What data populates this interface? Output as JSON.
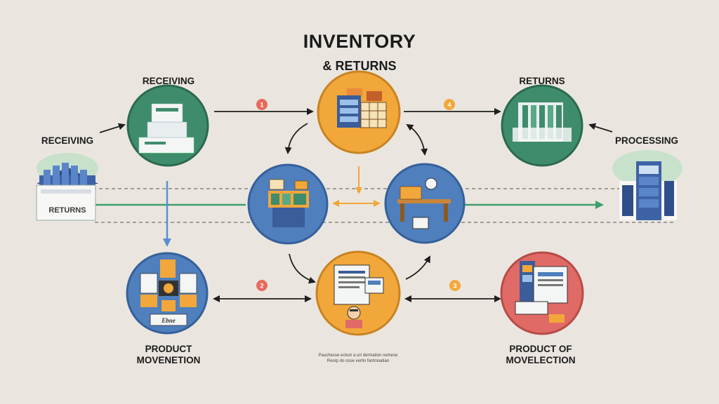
{
  "title": {
    "line1": "INVENTORY",
    "line2": "& RETURNS"
  },
  "labels": {
    "receiving_top": "RECEIVING",
    "receiving_left": "RECEIVING",
    "returns_top": "RETURNS",
    "processing": "PROCESSING",
    "returns_box": "RETURNS",
    "product_movement_1": "PRODUCT",
    "product_movement_2": "MOVENETION",
    "product_of_1": "PRODUCT OF",
    "product_of_2": "MOVELECTION",
    "caption_1": "Pauchesse ectum a urt dermation nemese",
    "caption_2": "Reorp do osse vertin fantmoatian",
    "badge_label": "Ebne"
  },
  "steps": [
    "1",
    "2",
    "3",
    "4"
  ],
  "colors": {
    "green": "#3f8c6c",
    "orange": "#f1a73a",
    "blue": "#4f7fbd",
    "red": "#e06a66",
    "badge_red": "#e86a5c",
    "badge_orange": "#f2a93b",
    "arrow_green": "#3f9e6e",
    "arrow_blue": "#5a8fd0",
    "arrow_orange": "#f0a63a"
  }
}
